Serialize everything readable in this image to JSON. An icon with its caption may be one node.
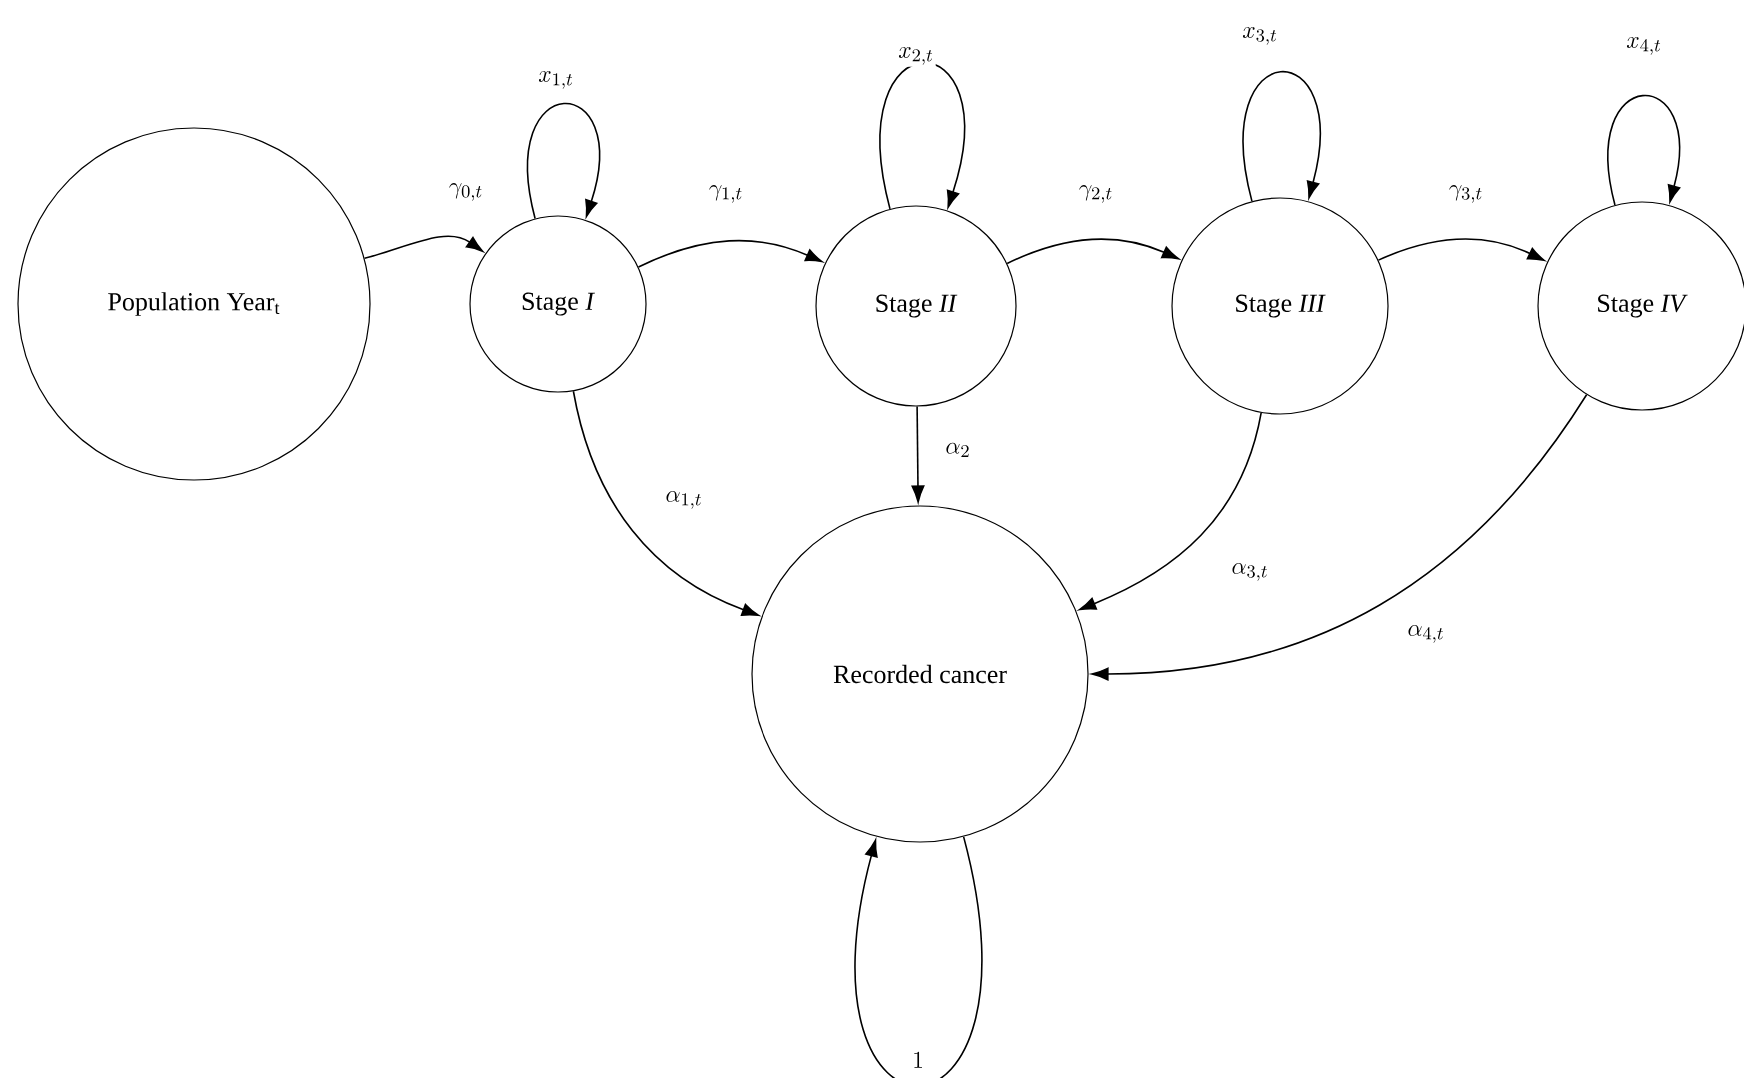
{
  "diagram": {
    "nodes": [
      {
        "text": [
          "Population Year$_{t}$"
        ]
      },
      {
        "text": [
          "Stage *I*"
        ]
      },
      {
        "text": [
          "Stage *II*"
        ]
      },
      {
        "text": [
          "Stage *III*"
        ]
      },
      {
        "text": [
          "Stage *IV*"
        ]
      },
      {
        "text": [
          "Recorded cancer"
        ]
      }
    ],
    "edges": [
      {
        "from": 0,
        "to": 1,
        "arrow": "to",
        "label": "\\gamma_{0,t}"
      },
      {
        "from": 1,
        "to": 1,
        "arrow": "to",
        "label": "x_{1,t}"
      },
      {
        "from": 1,
        "to": 2,
        "arrow": "to",
        "label": "\\gamma_{1,t}"
      },
      {
        "from": 2,
        "to": 2,
        "arrow": "to",
        "label": "x_{2,t}"
      },
      {
        "from": 2,
        "to": 3,
        "arrow": "to",
        "label": "\\gamma_{2,t}"
      },
      {
        "from": 3,
        "to": 3,
        "arrow": "to",
        "label": "x_{3,t}"
      },
      {
        "from": 3,
        "to": 4,
        "arrow": "to",
        "label": "\\gamma_{3,t}"
      },
      {
        "from": 4,
        "to": 4,
        "arrow": "to",
        "label": "x_{4,t}"
      },
      {
        "from": 1,
        "to": 5,
        "arrow": "to",
        "label": "\\alpha_{1,t}"
      },
      {
        "from": 2,
        "to": 5,
        "arrow": "to",
        "label": "\\alpha_2"
      },
      {
        "from": 3,
        "to": 5,
        "arrow": "to",
        "label": "\\alpha_{3,t}"
      },
      {
        "from": 4,
        "to": 5,
        "arrow": "to",
        "label": "\\alpha_{4,t}"
      },
      {
        "from": 5,
        "to": 5,
        "arrow": "to",
        "label": "1"
      }
    ]
  }
}
